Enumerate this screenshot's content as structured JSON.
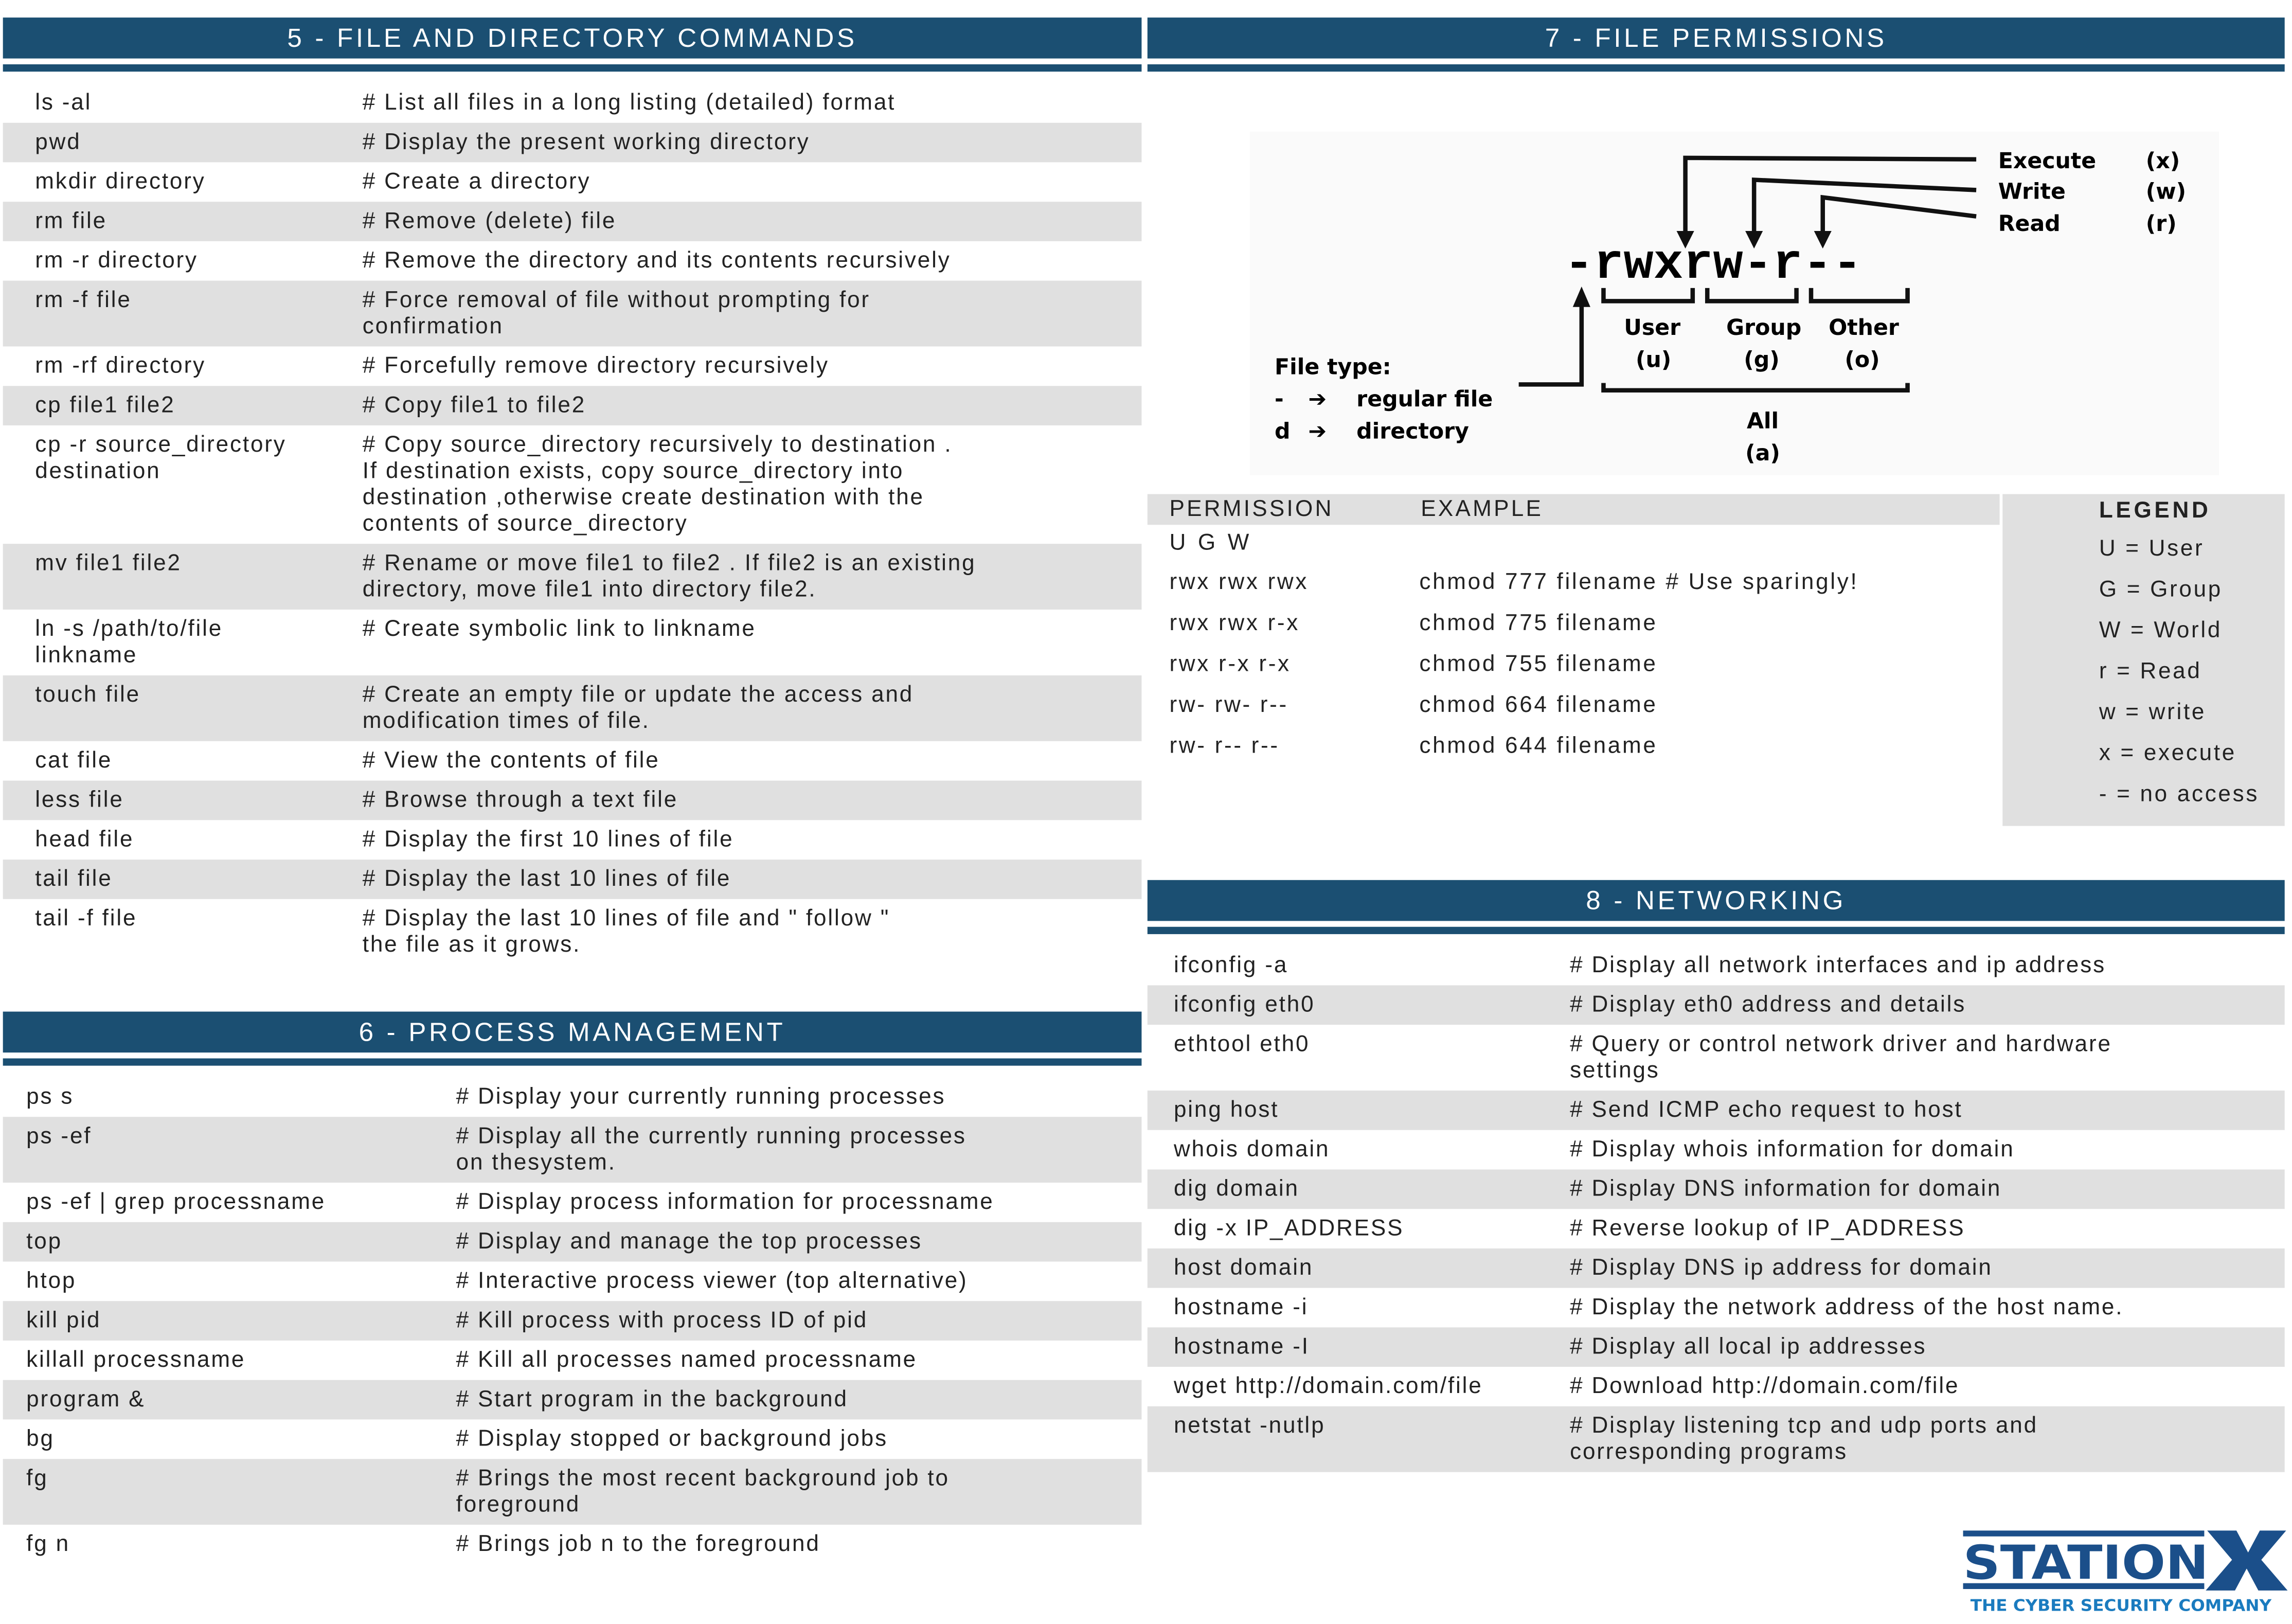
{
  "sections": {
    "s5": {
      "title": "5 - FILE AND DIRECTORY COMMANDS",
      "rows": [
        [
          "ls -al",
          "# List all files in a long listing (detailed) format"
        ],
        [
          "pwd",
          "# Display the present working directory"
        ],
        [
          "mkdir directory",
          "# Create a directory"
        ],
        [
          "rm file",
          "# Remove (delete) file"
        ],
        [
          "rm -r directory",
          "# Remove the directory and its contents recursively"
        ],
        [
          "rm -f file",
          "# Force removal of file without prompting for\nconfirmation"
        ],
        [
          "rm -rf directory",
          "# Forcefully remove directory recursively"
        ],
        [
          "cp file1 file2",
          "# Copy file1 to file2"
        ],
        [
          "cp -r source_directory\n destination",
          "# Copy source_directory recursively to destination .\nIf destination exists, copy source_directory into\ndestination ,otherwise create destination with the\ncontents of source_directory"
        ],
        [
          "mv file1 file2",
          "# Rename or move file1 to file2 . If file2 is an existing\ndirectory, move file1 into directory file2."
        ],
        [
          "ln -s /path/to/file\n linkname",
          "# Create symbolic link to linkname"
        ],
        [
          "touch file",
          "# Create an empty file or update the access and\nmodification times of file."
        ],
        [
          "cat file",
          "# View the contents of file"
        ],
        [
          "less file",
          "# Browse through a text file"
        ],
        [
          "head file",
          "# Display the first 10 lines of file"
        ],
        [
          "tail file",
          "# Display the last 10 lines of file"
        ],
        [
          "tail -f file",
          "# Display the last 10 lines of file and \" follow \"\nthe file as it grows."
        ]
      ]
    },
    "s6": {
      "title": "6 - PROCESS MANAGEMENT",
      "rows": [
        [
          "ps s",
          "# Display your currently running processes"
        ],
        [
          "ps -ef",
          "# Display all the currently running processes\n on thesystem."
        ],
        [
          "ps -ef | grep processname",
          "# Display process information for processname"
        ],
        [
          "top",
          "# Display and manage the top processes"
        ],
        [
          "htop",
          "# Interactive process viewer (top alternative)"
        ],
        [
          "kill pid",
          "# Kill process with process ID of pid"
        ],
        [
          "killall processname",
          "# Kill all processes named processname"
        ],
        [
          "program &",
          "# Start program in the background"
        ],
        [
          "bg",
          "# Display stopped or background jobs"
        ],
        [
          "fg",
          "# Brings the most recent background job to\nforeground"
        ],
        [
          "fg n",
          "# Brings job n to the foreground"
        ]
      ]
    },
    "s8": {
      "title": "8 - NETWORKING",
      "rows": [
        [
          "ifconfig -a",
          "# Display all network interfaces and ip address"
        ],
        [
          "ifconfig eth0",
          "# Display eth0 address and details"
        ],
        [
          "ethtool eth0",
          "# Query or control network driver and hardware\n settings"
        ],
        [
          "ping host",
          "# Send ICMP echo request to host"
        ],
        [
          "whois domain",
          "# Display whois information for domain"
        ],
        [
          "dig domain",
          "# Display DNS information for domain"
        ],
        [
          "dig -x IP_ADDRESS",
          "# Reverse lookup of IP_ADDRESS"
        ],
        [
          "host domain",
          "# Display DNS ip address for domain"
        ],
        [
          "hostname -i",
          "# Display the network address of the host name."
        ],
        [
          "hostname -I",
          "# Display all local ip addresses"
        ],
        [
          "wget http://domain.com/file",
          "# Download http://domain.com/file"
        ],
        [
          "netstat -nutlp",
          "# Display listening tcp and udp ports and\ncorresponding programs"
        ]
      ]
    }
  },
  "s7": {
    "title": "7 - FILE PERMISSIONS",
    "diagram": {
      "perm_string": "-rwxrw-r--",
      "execute": "Execute",
      "execute_abbr": "(x)",
      "write": "Write",
      "write_abbr": "(w)",
      "read": "Read",
      "read_abbr": "(r)",
      "user": "User",
      "user_abbr": "(u)",
      "group": "Group",
      "group_abbr": "(g)",
      "other": "Other",
      "other_abbr": "(o)",
      "all": "All",
      "all_abbr": "(a)",
      "file_type": "File type:",
      "ft_dash": "-",
      "ft_regular": "regular file",
      "ft_d": "d",
      "ft_directory": "directory"
    },
    "table": {
      "col_permission": "PERMISSION",
      "col_example": "EXAMPLE",
      "sub": "U G W",
      "rows": [
        [
          "rwx rwx rwx",
          "chmod 777 filename # Use sparingly!"
        ],
        [
          "rwx rwx r-x",
          "chmod 775 filename"
        ],
        [
          "rwx r-x r-x",
          "chmod 755 filename"
        ],
        [
          "rw- rw- r--",
          "chmod 664 filename"
        ],
        [
          "rw- r-- r--",
          "chmod 644 filename"
        ]
      ]
    },
    "legend": {
      "title": "LEGEND",
      "items": [
        "U = User",
        "G = Group",
        "W = World",
        "r = Read",
        "w = write",
        "x = execute",
        "- = no access"
      ]
    }
  },
  "logo": {
    "name": "STATIONX",
    "tagline": "THE CYBER SECURITY COMPANY",
    "color": "#1b4f8a"
  }
}
